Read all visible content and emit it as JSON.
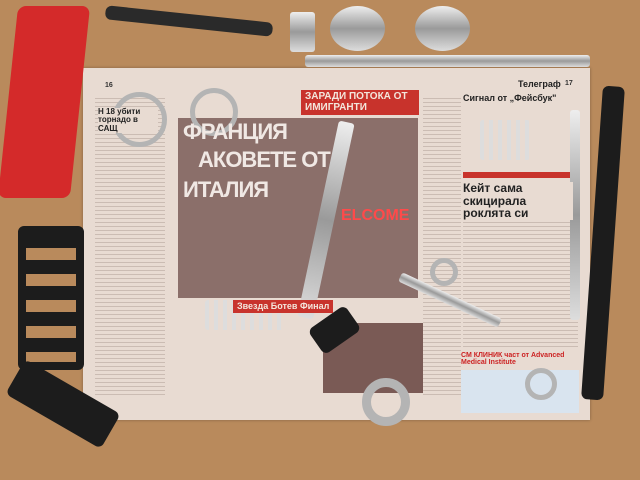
{
  "newspaper": {
    "masthead": "Телеграф",
    "page_left": "16",
    "page_right": "17",
    "headline_banner": "ЗАРАДИ ПОТОКА ОТ ИМИГРАНТИ",
    "headline_main_1": "ФРАНЦИЯ",
    "headline_main_2": "АКОВЕТЕ ОТ",
    "headline_main_3": "ИТАЛИЯ",
    "headline_side_1": "Н 18 убити торнадо в САЩ",
    "headline_right_1": "Сигнал от „Фейсбук\"",
    "headline_right_2": "Кейт сама скицирала роклята си",
    "headline_bottom_1": "Звезда Ботев Финал",
    "ad_text": "СМ КЛИНИК част от Advanced Medical Institute",
    "logo_text": "ELCOME"
  }
}
